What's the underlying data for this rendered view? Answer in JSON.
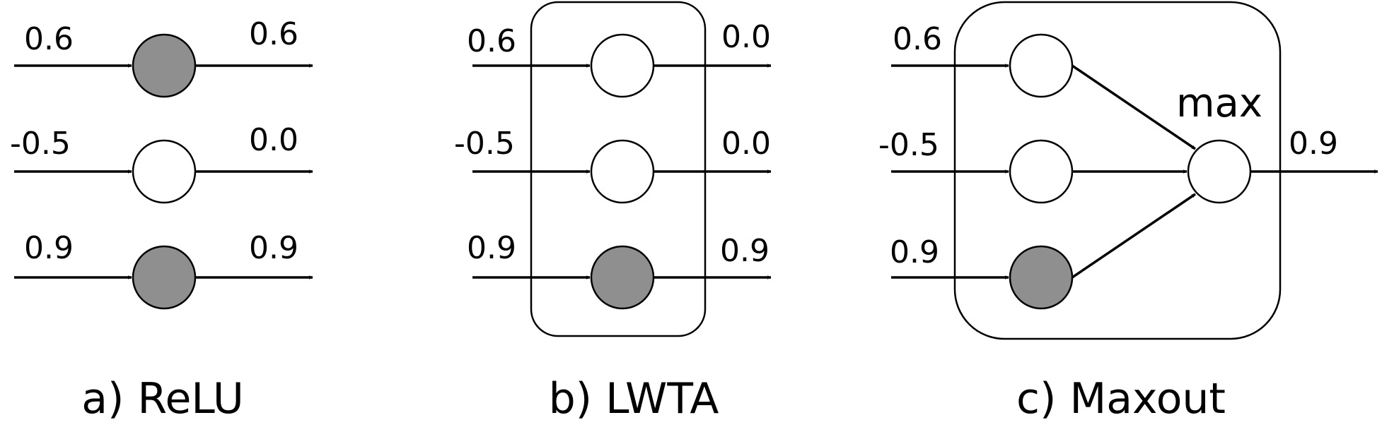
{
  "colors": {
    "active_node": "#8f8f8f",
    "inactive_node": "#ffffff",
    "stroke": "#000000"
  },
  "panels": {
    "relu": {
      "caption": "a) ReLU",
      "inputs": [
        "0.6",
        "-0.5",
        "0.9"
      ],
      "outputs": [
        "0.6",
        "0.0",
        "0.9"
      ],
      "active": [
        true,
        false,
        true
      ]
    },
    "lwta": {
      "caption": "b) LWTA",
      "inputs": [
        "0.6",
        "-0.5",
        "0.9"
      ],
      "outputs": [
        "0.0",
        "0.0",
        "0.9"
      ],
      "active": [
        false,
        false,
        true
      ]
    },
    "maxout": {
      "caption": "c) Maxout",
      "inputs": [
        "0.6",
        "-0.5",
        "0.9"
      ],
      "active": [
        false,
        false,
        true
      ],
      "max_label": "max",
      "output": "0.9"
    }
  }
}
